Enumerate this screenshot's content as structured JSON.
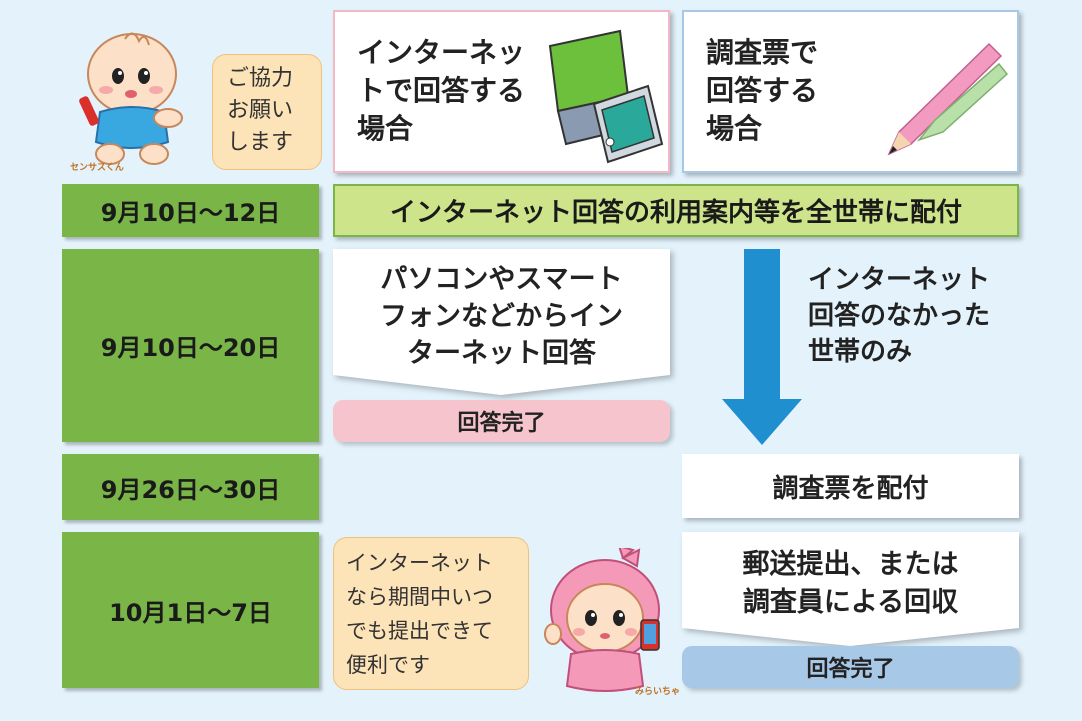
{
  "intro_bubble": {
    "lines": [
      "ご協力",
      "お願い",
      "します"
    ]
  },
  "internet_header": {
    "lines": [
      "インターネッ",
      "トで回答する",
      "場合"
    ]
  },
  "paper_header": {
    "lines": [
      "調査票で",
      "回答する",
      "場合"
    ]
  },
  "dates": [
    "9月10日～12日",
    "9月10日～20日",
    "9月26日～30日",
    "10月1日～7日"
  ],
  "banner_text": "インターネット回答の利用案内等を全世帯に配付",
  "internet_step": {
    "lines": [
      "パソコンやスマート",
      "フォンなどからイン",
      "ターネット回答"
    ]
  },
  "internet_done": "回答完了",
  "arrow_note": {
    "lines": [
      "インターネット",
      "回答のなかった",
      "世帯のみ"
    ]
  },
  "distribute_step": "調査票を配付",
  "submit_step": {
    "lines": [
      "郵送提出、または",
      "調査員による回収"
    ]
  },
  "paper_done": "回答完了",
  "tip_bubble": {
    "lines": [
      "インターネット",
      "なら期間中いつ",
      "でも提出できて",
      "便利です"
    ]
  },
  "mascot_labels": {
    "baby": "センサスくん",
    "girl": "みらいちゃん"
  },
  "colors": {
    "background": "#e3f2fb",
    "date_green": "#7ab548",
    "banner_green": "#cde48a",
    "internet_pink": "#f4b8c4",
    "paper_blue": "#a8c8e8",
    "arrow_blue": "#1f8fd0",
    "bubble": "#fde3b8"
  }
}
